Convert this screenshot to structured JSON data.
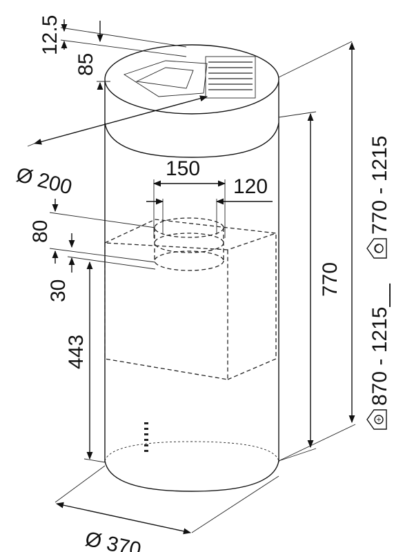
{
  "dimensions": {
    "top_ring_height": "12.5",
    "chimney_drop": "85",
    "chimney_diameter": "Ø 200",
    "outlet_width": "150",
    "outlet_inner": "120",
    "outlet_height": "80",
    "outlet_offset": "30",
    "inner_height": "443",
    "body_height": "770",
    "body_diameter": "Ø 370"
  },
  "installation": {
    "with_recirculation": "770 - 1215",
    "with_exhaust": "870 - 1215__"
  },
  "colors": {
    "line": "#111111",
    "background": "#ffffff"
  }
}
